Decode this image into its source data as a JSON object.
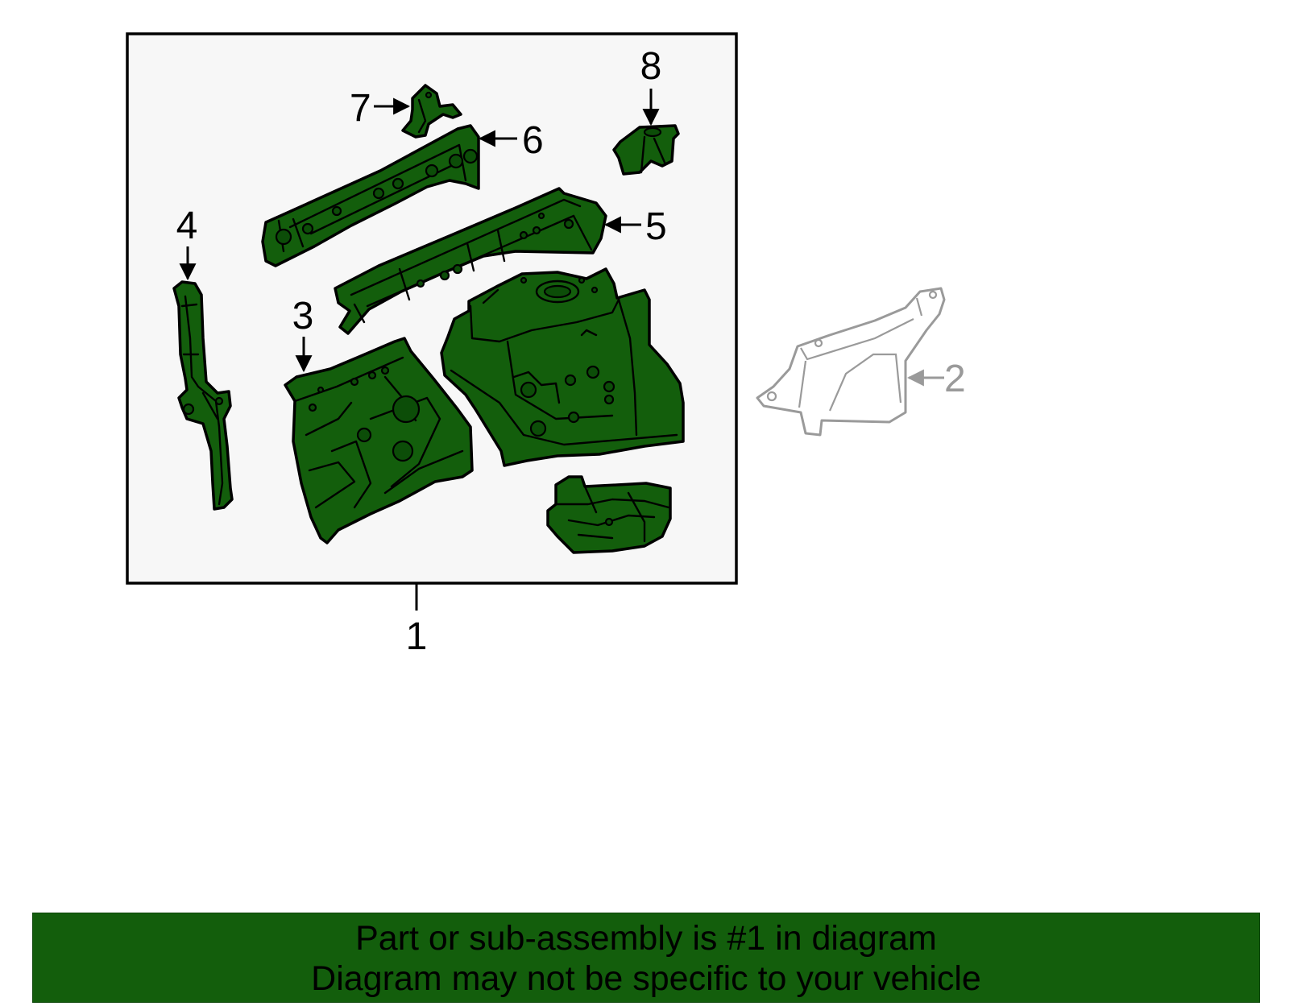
{
  "colors": {
    "part_green": "#135e0c",
    "banner_green": "#135e0c",
    "assembly_frame_bg": "#f7f7f7",
    "ghost_gray": "#9a9a9a"
  },
  "callouts": {
    "c1": "1",
    "c2": "2",
    "c3": "3",
    "c4": "4",
    "c5": "5",
    "c6": "6",
    "c7": "7",
    "c8": "8"
  },
  "banner": {
    "line1": "Part or sub-assembly is #1 in diagram",
    "line2": "Diagram may not be specific to your vehicle"
  }
}
